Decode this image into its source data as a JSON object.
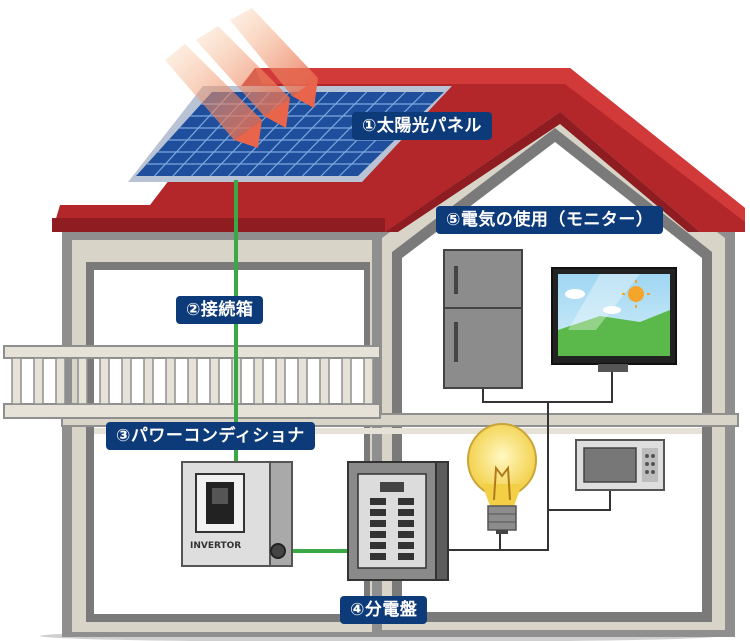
{
  "labels": {
    "panel": "①太陽光パネル",
    "junction": "②接続箱",
    "conditioner": "③パワーコンディショナ",
    "breaker": "④分電盤",
    "usage": "⑤電気の使用（モニター）"
  },
  "inverter_text": "INVERTOR",
  "colors": {
    "label_bg": "#0d3a78",
    "roof": "#b3262a",
    "wall": "#d9d4c8",
    "panel": "#1f4f9c",
    "wire": "#3aa845"
  }
}
